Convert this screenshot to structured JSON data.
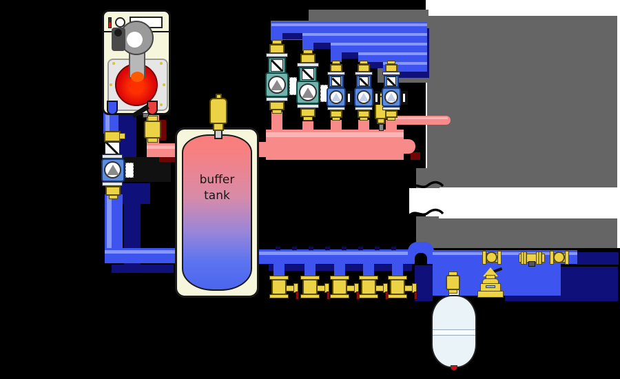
{
  "labels": {
    "buffer_tank_line1": "buffer",
    "buffer_tank_line2": "tank"
  },
  "colors": {
    "hot_pipe": "#f88a8a",
    "cold_pipe": "#3d55ee",
    "brass_fitting": "#ecd345",
    "pump_large": "#6fb3ac",
    "pump_small": "#5c8ce0",
    "remote_circuit_gray": "#656565",
    "shadow_navy": "#10107a",
    "shadow_dark_red": "#6e0606",
    "boiler_shell": "#f6f6dc",
    "flame_red": "#dd0808",
    "expansion_vessel": "#eaf3f8",
    "tank_gradient_top": "#f97f7f",
    "tank_gradient_bottom": "#4b66ee"
  },
  "components": [
    "boiler-with-burner",
    "boiler-supply-ball-valve",
    "boiler-return-pump-group",
    "buffer-tank",
    "air-vent-tank",
    "air-vent-manifold",
    "supply-manifold",
    "circuit-pump-group-1",
    "circuit-pump-group-2",
    "circuit-pump-group-3",
    "circuit-pump-group-4",
    "circuit-pump-group-5",
    "remote-consumers-block",
    "pipe-break-symbol",
    "return-manifold",
    "drain-valve-1",
    "drain-valve-2",
    "drain-valve-3",
    "drain-valve-4",
    "drain-valve-5",
    "pipe-bridge-crossover",
    "expansion-vessel",
    "expansion-vessel-valve",
    "safety-valve",
    "ball-valve-makeup-1",
    "check-valve-makeup",
    "ball-valve-makeup-2"
  ]
}
